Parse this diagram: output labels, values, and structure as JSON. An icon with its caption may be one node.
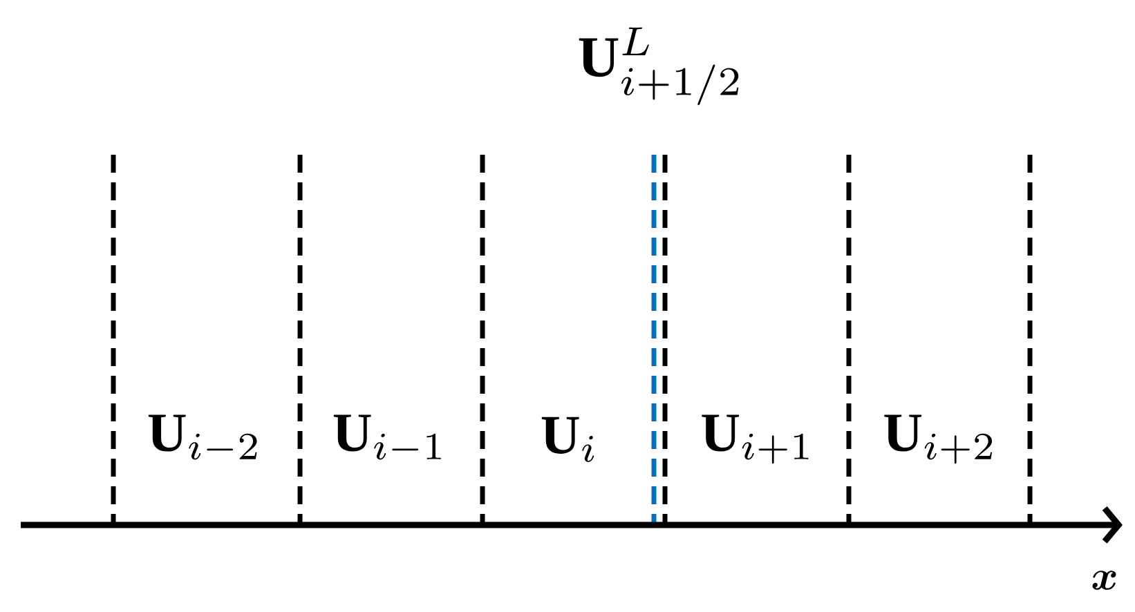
{
  "diagram": {
    "labels": [
      "\\mathbf{U}^{L}_{i+1/2}",
      "\\mathbf{U}_{i-2}",
      "\\mathbf{U}_{i-1}",
      "\\mathbf{U}_{i}",
      "\\mathbf{U}_{i+1}",
      "\\mathbf{U}_{i+2}",
      "\\boldsymbol{x}"
    ]
  }
}
